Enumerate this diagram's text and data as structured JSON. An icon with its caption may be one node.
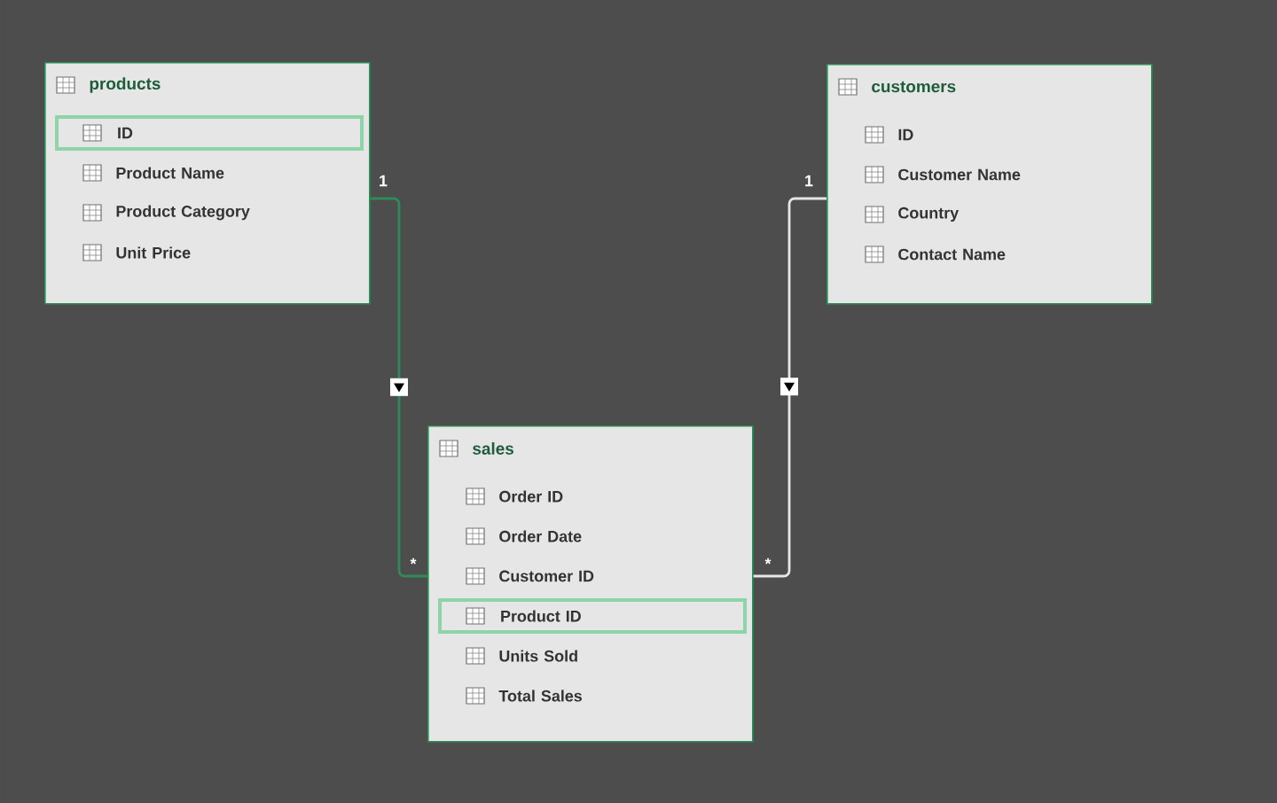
{
  "diagram": {
    "nodes": [
      {
        "text": [
          "products"
        ]
      },
      {
        "text": [
          "ID"
        ],
        "in": 0
      },
      {
        "text": [
          "Product Name"
        ],
        "in": 0
      },
      {
        "text": [
          "Product Category"
        ],
        "in": 0
      },
      {
        "text": [
          "Unit Price"
        ],
        "in": 0
      },
      {
        "text": [
          "customers"
        ]
      },
      {
        "text": [
          "ID"
        ],
        "in": 5
      },
      {
        "text": [
          "Customer Name"
        ],
        "in": 5
      },
      {
        "text": [
          "Country"
        ],
        "in": 5
      },
      {
        "text": [
          "Contact Name"
        ],
        "in": 5
      },
      {
        "text": [
          "sales"
        ]
      },
      {
        "text": [
          "Order ID"
        ],
        "in": 10
      },
      {
        "text": [
          "Order Date"
        ],
        "in": 10
      },
      {
        "text": [
          "Customer ID"
        ],
        "in": 10
      },
      {
        "text": [
          "Product ID"
        ],
        "in": 10
      },
      {
        "text": [
          "Units Sold"
        ],
        "in": 10
      },
      {
        "text": [
          "Total Sales"
        ],
        "in": 10
      }
    ],
    "edges": [
      {
        "from": 0,
        "to": 10,
        "arrow": "to",
        "color": "#2e8b57"
      },
      {
        "from": 5,
        "to": 10,
        "arrow": "to",
        "color": "#e6e6e6"
      }
    ],
    "labels": [
      "1",
      "*",
      "1",
      "*"
    ]
  }
}
